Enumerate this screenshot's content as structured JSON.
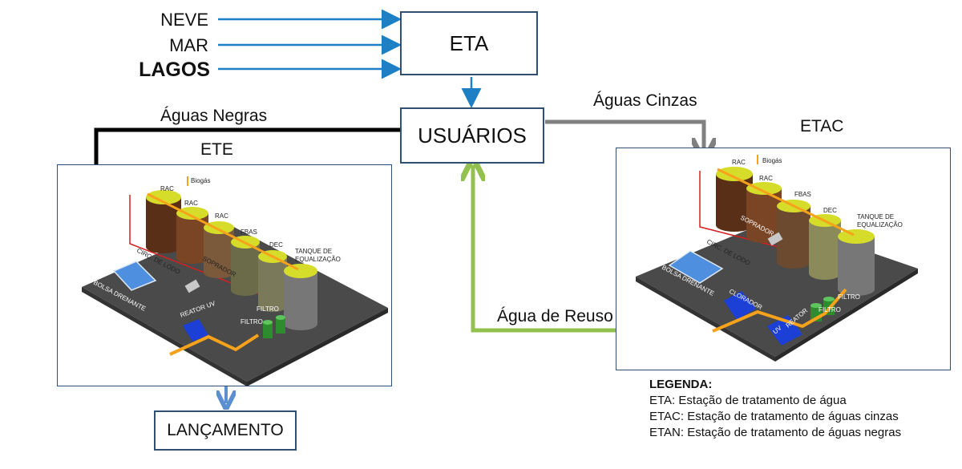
{
  "sources": {
    "neve": "NEVE",
    "mar": "MAR",
    "lagos": "LAGOS"
  },
  "nodes": {
    "eta": "ETA",
    "usuarios": "USUÁRIOS",
    "lancamento": "LANÇAMENTO"
  },
  "flows": {
    "aguas_negras": "Águas Negras",
    "aguas_cinzas": "Águas Cinzas",
    "agua_reuso": "Água de Reuso"
  },
  "plants": {
    "ete": {
      "title": "ETE",
      "labels": {
        "rac1": "RAC",
        "rac2": "RAC",
        "rac3": "RAC",
        "biogas": "Biogás",
        "fbas": "FBAS",
        "dec": "DEC",
        "tanque1": "TANQUE DE",
        "tanque2": "EQUALIZAÇÃO",
        "circ": "CIRC. DE LODO",
        "soprador": "SOPRADOR",
        "bolsa": "BOLSA DRENANTE",
        "reator": "REATOR UV",
        "filtro1": "FILTRO",
        "filtro2": "FILTRO"
      }
    },
    "etac": {
      "title": "ETAC",
      "labels": {
        "rac1": "RAC",
        "rac2": "RAC",
        "biogas": "Biogás",
        "fbas": "FBAS",
        "dec": "DEC",
        "tanque1": "TANQUE DE",
        "tanque2": "EQUALIZAÇÃO",
        "circ": "CIRC. DE LODO",
        "soprador": "SOPRADOR",
        "bolsa": "BOLSA DRENANTE",
        "clorador": "CLORADOR",
        "reator1": "REATOR",
        "reator2": "UV",
        "filtro1": "FILTRO",
        "filtro2": "FILTRO"
      }
    }
  },
  "legend": {
    "title": "LEGENDA:",
    "items": [
      "ETA: Estação de tratamento de água",
      "ETAC: Estação de tratamento de águas cinzas",
      "ETAN: Estação de tratamento de águas negras"
    ]
  },
  "colors": {
    "source_arrow": "#1f7fc4",
    "box_border": "#2f5073",
    "black_flow": "#000000",
    "grey_flow": "#808080",
    "reuse_flow": "#92c150",
    "discharge_flow": "#5b8fd0",
    "tank_top": "#d6dc2a",
    "tank_brown": "#6b3a1e",
    "platform": "#4a4a4a",
    "pipe": "#f7a21b"
  }
}
